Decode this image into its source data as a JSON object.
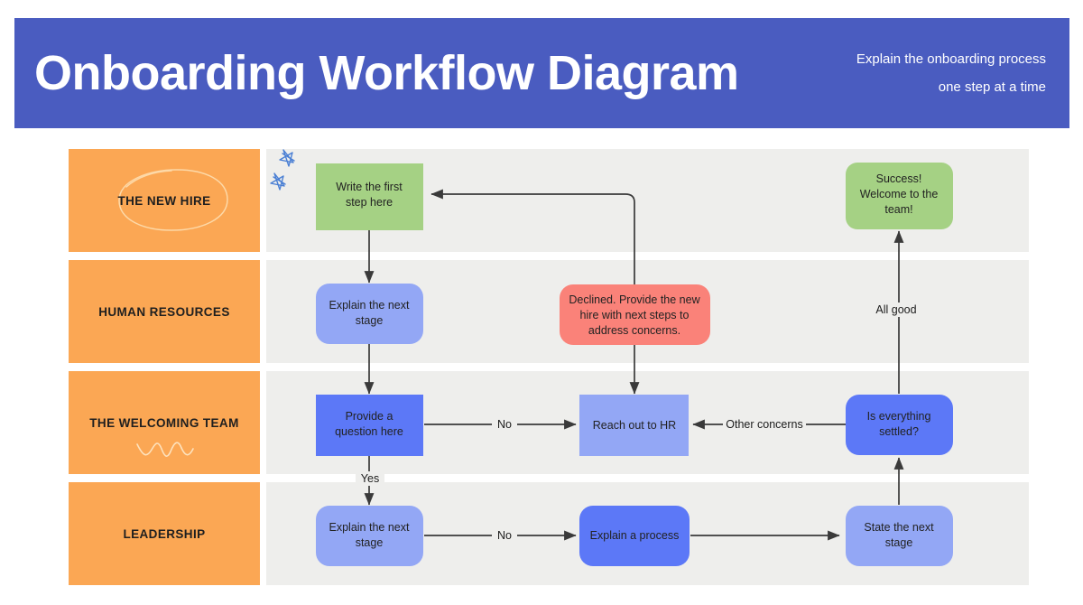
{
  "header": {
    "title": "Onboarding Workflow Diagram",
    "subtitle_line1": "Explain the onboarding process",
    "subtitle_line2": "one step at a time",
    "background_color": "#4a5cc0",
    "text_color": "#ffffff"
  },
  "colors": {
    "lane_label_bg": "#fba754",
    "lane_body_bg": "#eeeeec",
    "green": "#a5d184",
    "light_blue": "#93a7f5",
    "dark_blue": "#5c78f7",
    "salmon": "#fa8279",
    "edge": "#3a3a3a",
    "doodle": "#4a7fd4",
    "page_bg": "#ffffff"
  },
  "lanes": [
    {
      "id": "lane-new-hire",
      "label": "THE NEW HIRE",
      "doodle": "ellipse-doodle"
    },
    {
      "id": "lane-human-resources",
      "label": "HUMAN RESOURCES",
      "doodle": "none"
    },
    {
      "id": "lane-welcoming-team",
      "label": "THE WELCOMING TEAM",
      "doodle": "squiggle-doodle"
    },
    {
      "id": "lane-leadership",
      "label": "LEADERSHIP",
      "doodle": "none"
    }
  ],
  "nodes": [
    {
      "id": "node-write-first-step",
      "label": "Write the first step here",
      "lane": "lane-new-hire",
      "color": "green",
      "shape": "rect"
    },
    {
      "id": "node-success",
      "label": "Success! Welcome to the team!",
      "lane": "lane-new-hire",
      "color": "green",
      "shape": "rounded"
    },
    {
      "id": "node-explain-next-1",
      "label": "Explain the next stage",
      "lane": "lane-human-resources",
      "color": "light_blue",
      "shape": "rounded"
    },
    {
      "id": "node-declined",
      "label": "Declined. Provide the new hire with next steps to address concerns.",
      "lane": "lane-human-resources",
      "color": "salmon",
      "shape": "rounded"
    },
    {
      "id": "node-provide-question",
      "label": "Provide a question here",
      "lane": "lane-welcoming-team",
      "color": "dark_blue",
      "shape": "rect"
    },
    {
      "id": "node-reach-out-hr",
      "label": "Reach out to HR",
      "lane": "lane-welcoming-team",
      "color": "light_blue",
      "shape": "rect"
    },
    {
      "id": "node-is-settled",
      "label": "Is everything settled?",
      "lane": "lane-welcoming-team",
      "color": "dark_blue",
      "shape": "rounded"
    },
    {
      "id": "node-explain-next-2",
      "label": "Explain the next stage",
      "lane": "lane-leadership",
      "color": "light_blue",
      "shape": "rounded"
    },
    {
      "id": "node-explain-process",
      "label": "Explain a process",
      "lane": "lane-leadership",
      "color": "dark_blue",
      "shape": "rounded"
    },
    {
      "id": "node-state-next",
      "label": "State the next stage",
      "lane": "lane-leadership",
      "color": "light_blue",
      "shape": "rounded"
    }
  ],
  "edges": [
    {
      "id": "edge-write-to-explain1",
      "from": "node-write-first-step",
      "to": "node-explain-next-1",
      "label": ""
    },
    {
      "id": "edge-explain1-to-question",
      "from": "node-explain-next-1",
      "to": "node-provide-question",
      "label": ""
    },
    {
      "id": "edge-question-to-hr",
      "from": "node-provide-question",
      "to": "node-reach-out-hr",
      "label": "No"
    },
    {
      "id": "edge-question-to-explain2",
      "from": "node-provide-question",
      "to": "node-explain-next-2",
      "label": "Yes"
    },
    {
      "id": "edge-explain2-to-process",
      "from": "node-explain-next-2",
      "to": "node-explain-process",
      "label": "No"
    },
    {
      "id": "edge-process-to-state",
      "from": "node-explain-process",
      "to": "node-state-next",
      "label": ""
    },
    {
      "id": "edge-state-to-settled",
      "from": "node-state-next",
      "to": "node-is-settled",
      "label": ""
    },
    {
      "id": "edge-settled-to-hr",
      "from": "node-is-settled",
      "to": "node-reach-out-hr",
      "label": "Other concerns"
    },
    {
      "id": "edge-settled-to-success",
      "from": "node-is-settled",
      "to": "node-success",
      "label": "All good"
    },
    {
      "id": "edge-declined-to-hr",
      "from": "node-declined",
      "to": "node-reach-out-hr",
      "label": ""
    },
    {
      "id": "edge-declined-to-write",
      "from": "node-declined",
      "to": "node-write-first-step",
      "label": ""
    }
  ],
  "edge_labels": {
    "no_1": "No",
    "yes_1": "Yes",
    "no_2": "No",
    "other_concerns": "Other concerns",
    "all_good": "All good"
  },
  "node_text": {
    "write_first_step_l1": "Write the first",
    "write_first_step_l2": "step here",
    "success_l1": "Success!",
    "success_l2": "Welcome to the",
    "success_l3": "team!",
    "explain_next_1_l1": "Explain the next",
    "explain_next_1_l2": "stage",
    "declined_l1": "Declined. Provide the new",
    "declined_l2": "hire with next steps to",
    "declined_l3": "address concerns.",
    "provide_question_l1": "Provide a",
    "provide_question_l2": "question here",
    "reach_out_hr_l1": "Reach out to HR",
    "is_settled_l1": "Is everything",
    "is_settled_l2": "settled?",
    "explain_next_2_l1": "Explain the next",
    "explain_next_2_l2": "stage",
    "explain_process_l1": "Explain a process",
    "state_next_l1": "State the next",
    "state_next_l2": "stage"
  }
}
